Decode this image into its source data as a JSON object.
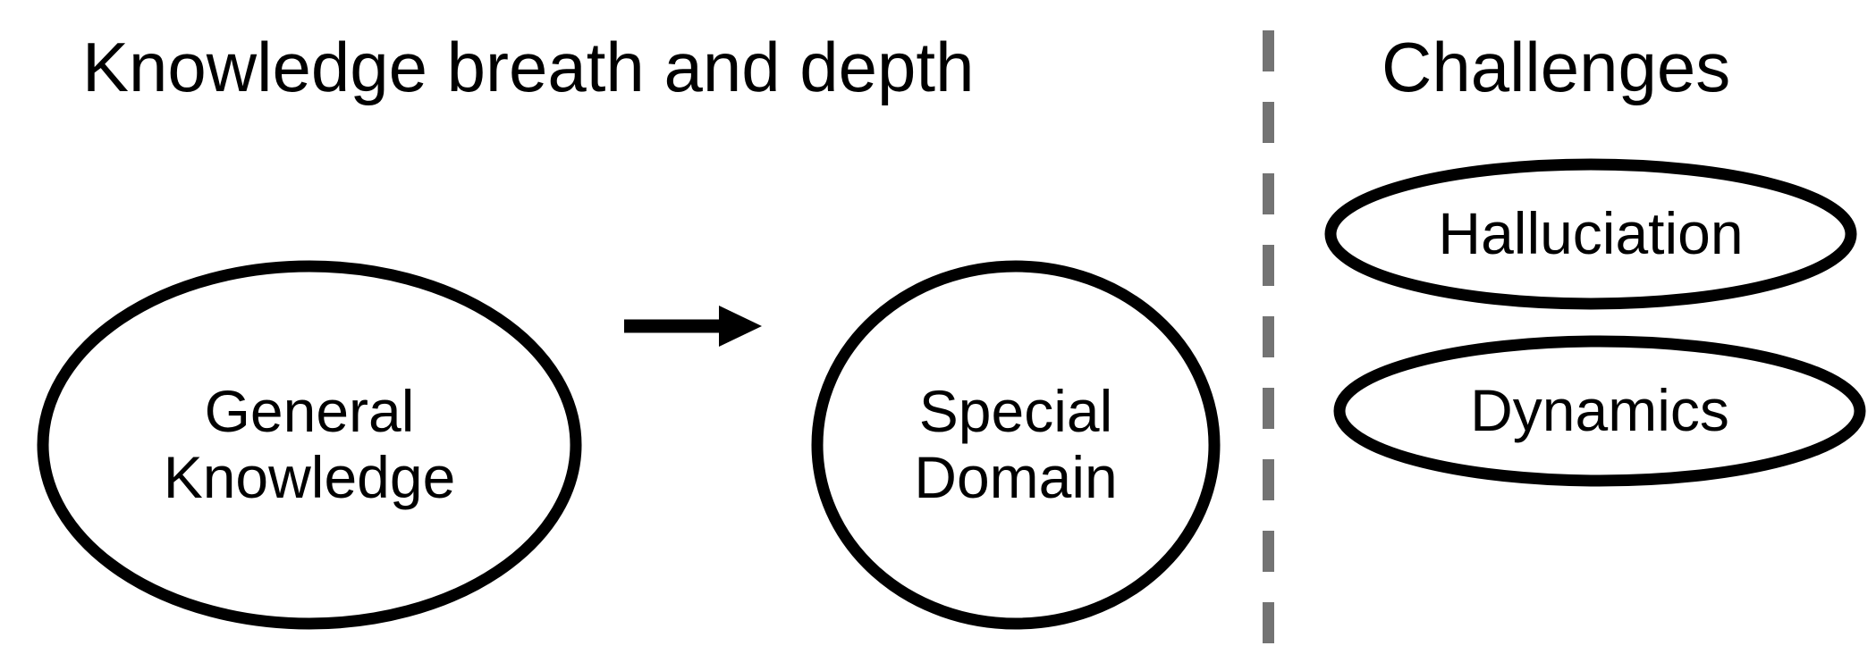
{
  "canvas": {
    "background": "#ffffff",
    "stroke_color": "#000000",
    "divider_color": "#737373"
  },
  "sections": {
    "left": {
      "title": "Knowledge breath and depth"
    },
    "right": {
      "title": "Challenges"
    }
  },
  "divider": {
    "name": "vertical-dashed-divider",
    "style": "dashed",
    "color": "#737373",
    "dash_length": 46,
    "gap_length": 34,
    "thickness": 13
  },
  "nodes": {
    "general_knowledge": {
      "label": "General\nKnowledge",
      "shape": "ellipse"
    },
    "special_domain": {
      "label": "Special\nDomain",
      "shape": "ellipse"
    },
    "hallucination": {
      "label": "Halluciation",
      "shape": "ellipse"
    },
    "dynamics": {
      "label": "Dynamics",
      "shape": "ellipse"
    }
  },
  "edges": {
    "general_to_special": {
      "type": "arrow",
      "direction": "right",
      "from": "general_knowledge",
      "to": "special_domain"
    }
  }
}
